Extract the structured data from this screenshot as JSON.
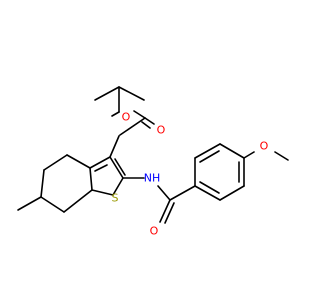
{
  "molecule": {
    "atoms": {
      "o_ester": {
        "label": "O"
      },
      "o_carbonyl_ester": {
        "label": "O"
      },
      "nh": {
        "label": "NH"
      },
      "s": {
        "label": "S"
      },
      "o_amide": {
        "label": "O"
      },
      "o_methoxy": {
        "label": "O"
      }
    },
    "colors": {
      "oxygen": "#ff0000",
      "nitrogen": "#0000ff",
      "sulfur": "#999900",
      "bond": "#000000"
    }
  }
}
